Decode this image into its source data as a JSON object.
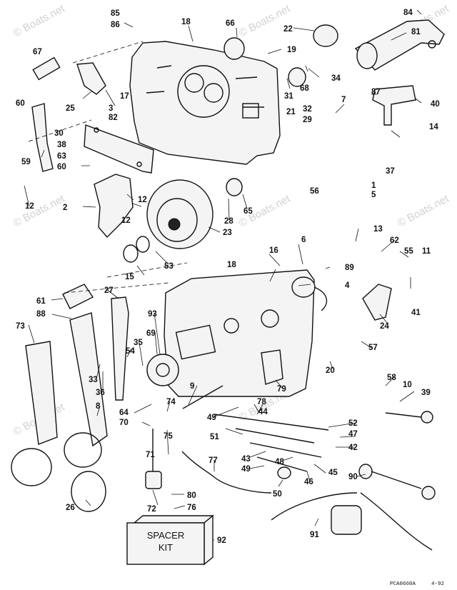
{
  "watermarks": [
    "© Boats.net",
    "© Boats.net",
    "© Boats.net",
    "© Boats.net",
    "© Boats.net",
    "© Boats.net",
    "© Boats.net",
    "© Boats.net"
  ],
  "spacer_kit": {
    "line1": "SPACER",
    "line2": "KIT"
  },
  "footer": {
    "drawing_id": "PCA0660A",
    "date": "4-92"
  },
  "callouts": [
    "85",
    "86",
    "18",
    "66",
    "22",
    "84",
    "81",
    "19",
    "67",
    "34",
    "68",
    "31",
    "3",
    "17",
    "21",
    "82",
    "87",
    "40",
    "60",
    "25",
    "32",
    "7",
    "30",
    "29",
    "14",
    "38",
    "63",
    "59",
    "60",
    "37",
    "12",
    "56",
    "1",
    "5",
    "2",
    "12",
    "28",
    "65",
    "23",
    "12",
    "13",
    "62",
    "6",
    "55",
    "11",
    "16",
    "89",
    "15",
    "53",
    "18",
    "4",
    "41",
    "61",
    "27",
    "88",
    "93",
    "24",
    "73",
    "69",
    "54",
    "35",
    "33",
    "57",
    "20",
    "36",
    "79",
    "58",
    "10",
    "39",
    "9",
    "8",
    "74",
    "78",
    "64",
    "44",
    "70",
    "49",
    "52",
    "47",
    "51",
    "42",
    "75",
    "43",
    "48",
    "71",
    "49",
    "46",
    "45",
    "50",
    "77",
    "90",
    "80",
    "26",
    "72",
    "76",
    "91",
    "92"
  ]
}
